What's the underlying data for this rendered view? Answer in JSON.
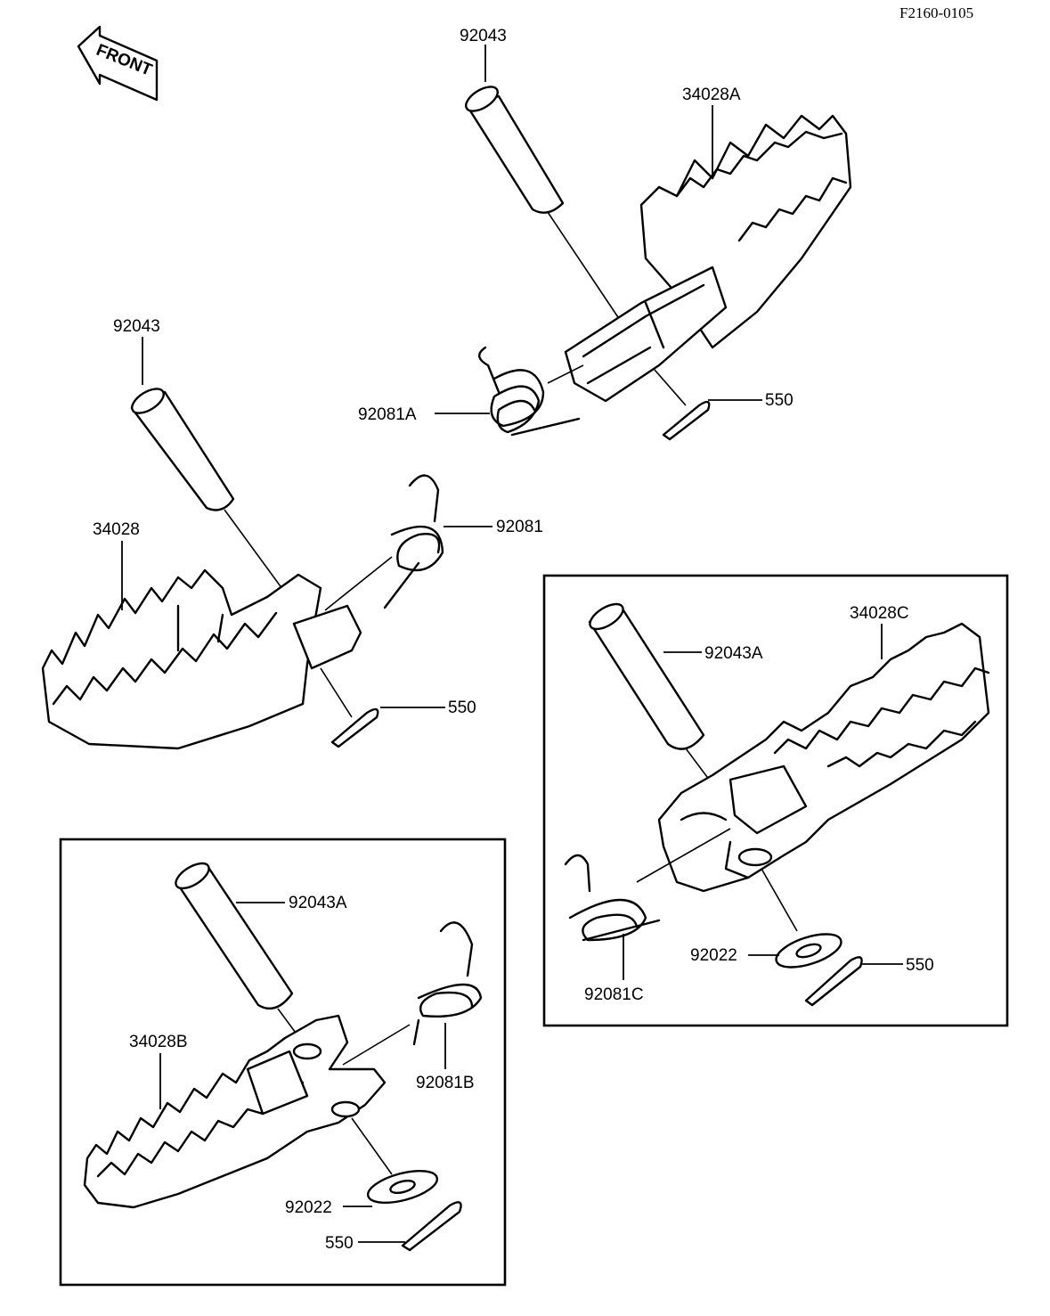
{
  "figure_code": "F2160-0105",
  "front_arrow_label": "FRONT",
  "top_assembly": {
    "pin": "92043",
    "footpeg": "34028A",
    "spring": "92081A",
    "cotter_pin": "550"
  },
  "left_assembly": {
    "pin": "92043",
    "footpeg": "34028",
    "spring": "92081",
    "cotter_pin": "550"
  },
  "right_box_assembly": {
    "pin": "92043A",
    "footpeg": "34028C",
    "spring": "92081C",
    "washer": "92022",
    "cotter_pin": "550"
  },
  "bottom_box_assembly": {
    "pin": "92043A",
    "footpeg": "34028B",
    "spring": "92081B",
    "washer": "92022",
    "cotter_pin": "550"
  }
}
